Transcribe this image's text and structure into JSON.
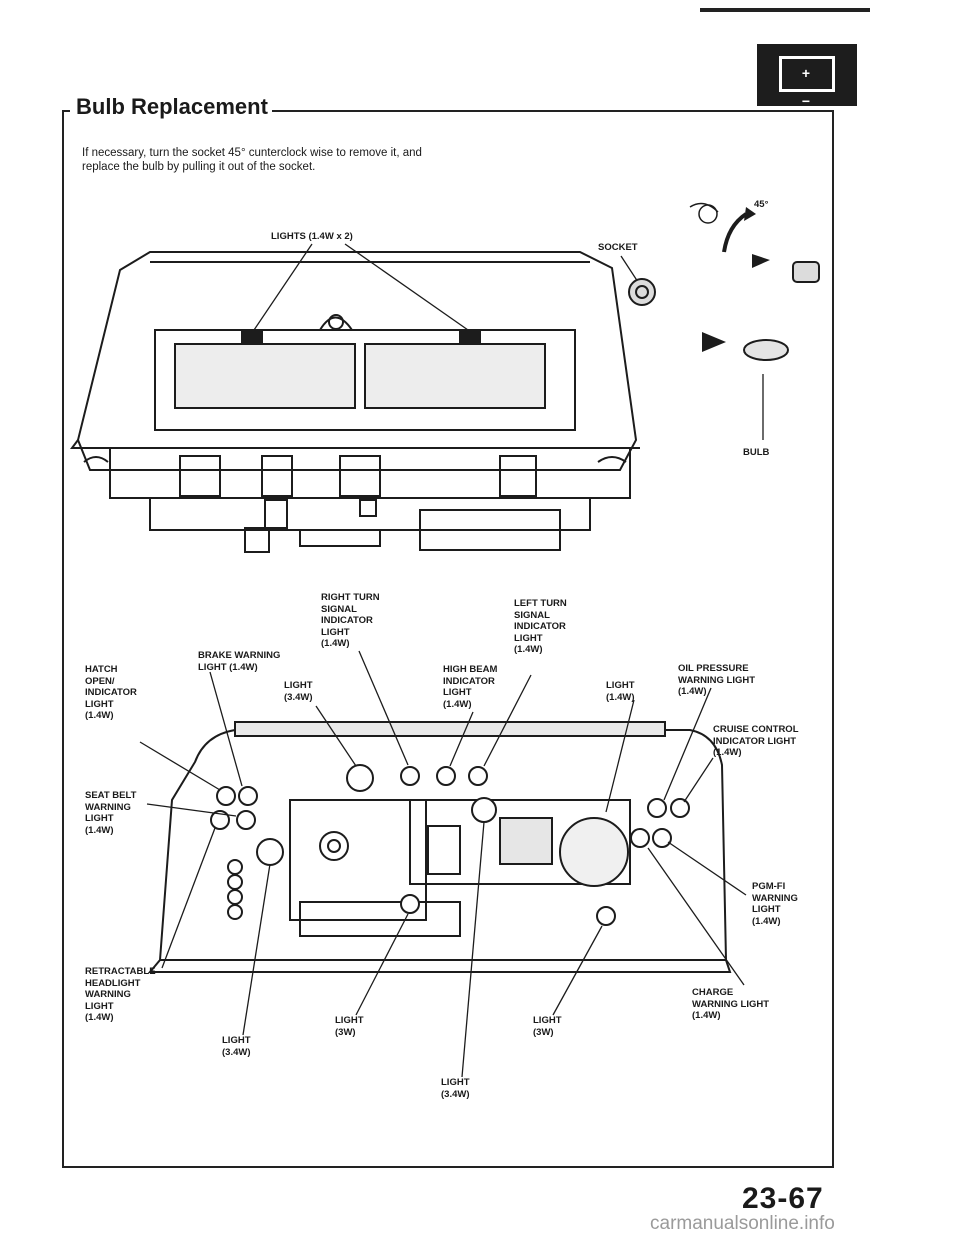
{
  "header": {
    "title": "Bulb Replacement",
    "battery_symbol": "+ −"
  },
  "intro_text": "If necessary, turn the socket 45° cunterclock wise to remove it, and replace the bulb by pulling it out of the socket.",
  "top_figure": {
    "lights_label": "LIGHTS (1.4W x 2)",
    "socket_label": "SOCKET",
    "angle_label": "45°",
    "bulb_label": "BULB"
  },
  "callouts": {
    "right_turn": "RIGHT TURN\nSIGNAL\nINDICATOR\nLIGHT\n(1.4W)",
    "left_turn": "LEFT TURN\nSIGNAL\nINDICATOR\nLIGHT\n(1.4W)",
    "brake": "BRAKE WARNING\nLIGHT (1.4W)",
    "hatch": "HATCH\nOPEN/\nINDICATOR\nLIGHT\n(1.4W)",
    "light_34_top": "LIGHT\n(3.4W)",
    "high_beam": "HIGH BEAM\nINDICATOR\nLIGHT\n(1.4W)",
    "light_14": "LIGHT\n(1.4W)",
    "oil": "OIL PRESSURE\nWARNING LIGHT\n(1.4W)",
    "cruise": "CRUISE CONTROL\nINDICATOR LIGHT\n(1.4W)",
    "seat_belt": "SEAT BELT\nWARNING\nLIGHT\n(1.4W)",
    "pgm": "PGM-FI\nWARNING\nLIGHT\n(1.4W)",
    "retract": "RETRACTABLE\nHEADLIGHT\nWARNING\nLIGHT\n(1.4W)",
    "light_34_bl": "LIGHT\n(3.4W)",
    "light_3_bc": "LIGHT\n(3W)",
    "light_34_bc": "LIGHT\n(3.4W)",
    "light_3_br": "LIGHT\n(3W)",
    "charge": "CHARGE\nWARNING LIGHT\n(1.4W)"
  },
  "page_number": "23-67",
  "watermark": "carmanualsonline.info"
}
